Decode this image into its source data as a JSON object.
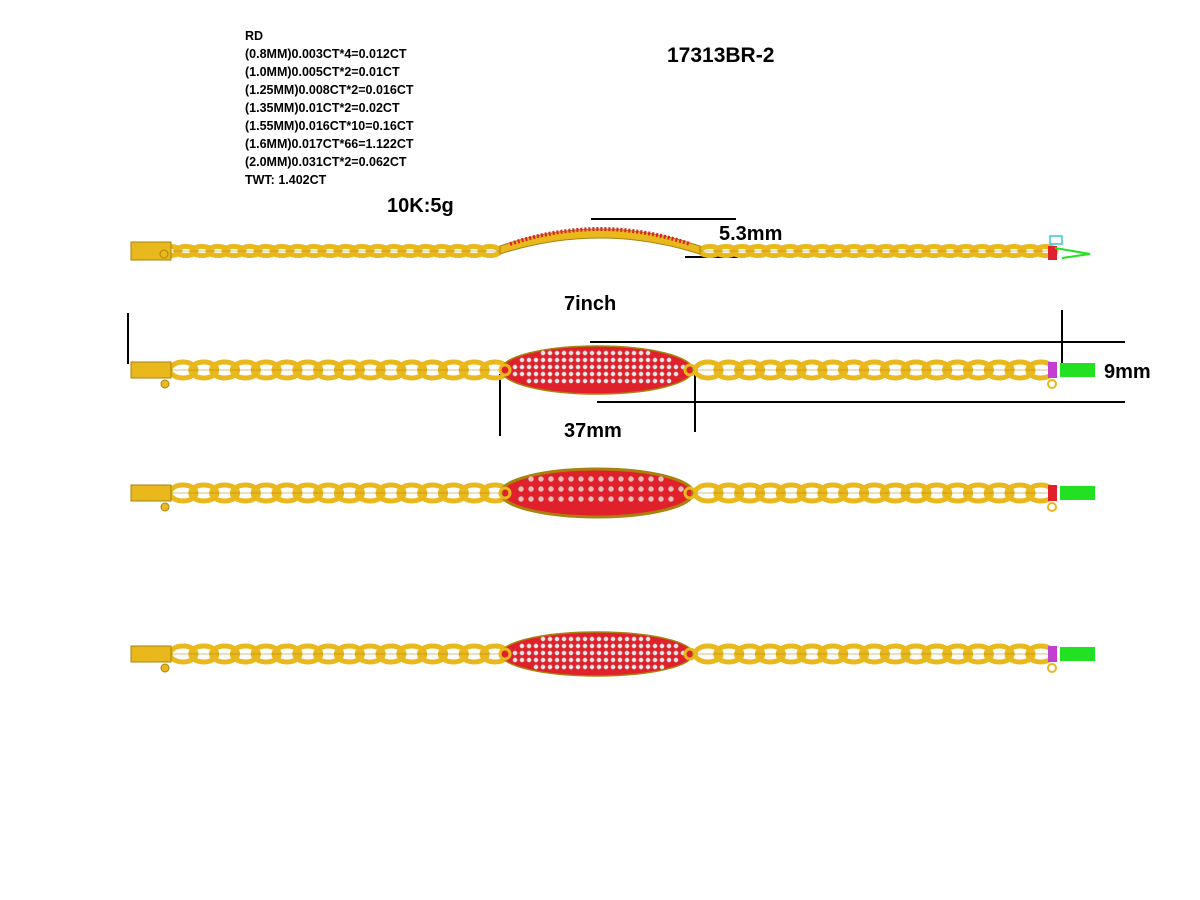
{
  "specs": {
    "heading": "RD",
    "lines": [
      "(0.8MM)0.003CT*4=0.012CT",
      "(1.0MM)0.005CT*2=0.01CT",
      "(1.25MM)0.008CT*2=0.016CT",
      "(1.35MM)0.01CT*2=0.02CT",
      "(1.55MM)0.016CT*10=0.16CT",
      "(1.6MM)0.017CT*66=1.122CT",
      "(2.0MM)0.031CT*2=0.062CT"
    ],
    "total": "TWT:  1.402CT"
  },
  "product_code": "17313BR-2",
  "metal_weight": "10K:5g",
  "dimensions": {
    "plate_thickness": "5.3mm",
    "bracelet_length": "7inch",
    "plate_width": "9mm",
    "plate_length": "37mm"
  },
  "views": [
    "side-view",
    "top-view-wireframe",
    "top-view-solid",
    "perspective-view"
  ],
  "colors": {
    "gold": "#e9b81c",
    "gold_dark": "#a8820d",
    "plate_red": "#e0212b",
    "stone_white": "#f2e6e6",
    "clasp_green": "#22e022",
    "accent_magenta": "#c23fd0",
    "accent_cyan": "#36c8d8"
  }
}
